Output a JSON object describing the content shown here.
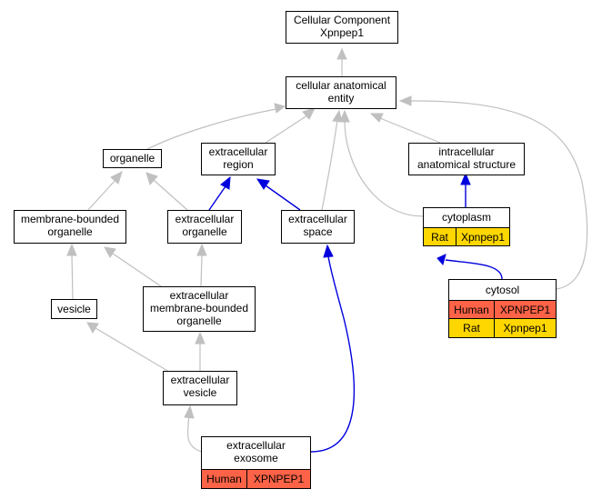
{
  "diagram": {
    "nodes": {
      "cellular_component": {
        "lines": [
          "Cellular Component",
          "Xpnpep1"
        ]
      },
      "cellular_anatomical_entity": {
        "lines": [
          "cellular anatomical",
          "entity"
        ]
      },
      "organelle": {
        "lines": [
          "organelle"
        ]
      },
      "extracellular_region": {
        "lines": [
          "extracellular",
          "region"
        ]
      },
      "intracellular_anatomical_structure": {
        "lines": [
          "intracellular",
          "anatomical structure"
        ]
      },
      "membrane_bounded_organelle": {
        "lines": [
          "membrane-bounded",
          "organelle"
        ]
      },
      "extracellular_organelle": {
        "lines": [
          "extracellular",
          "organelle"
        ]
      },
      "extracellular_space": {
        "lines": [
          "extracellular",
          "space"
        ]
      },
      "cytoplasm": {
        "lines": [
          "cytoplasm"
        ],
        "cells": [
          [
            "Rat",
            "Xpnpep1"
          ]
        ]
      },
      "vesicle": {
        "lines": [
          "vesicle"
        ]
      },
      "extracellular_membrane_bounded_organelle": {
        "lines": [
          "extracellular",
          "membrane-bounded",
          "organelle"
        ]
      },
      "cytosol": {
        "lines": [
          "cytosol"
        ],
        "cells": [
          [
            "Human",
            "XPNPEP1"
          ],
          [
            "Rat",
            "Xpnpep1"
          ]
        ]
      },
      "extracellular_vesicle": {
        "lines": [
          "extracellular",
          "vesicle"
        ]
      },
      "extracellular_exosome": {
        "lines": [
          "extracellular",
          "exosome"
        ],
        "cells": [
          [
            "Human",
            "XPNPEP1"
          ]
        ]
      }
    },
    "colors": {
      "human": "#ff6347",
      "rat": "#ffd700",
      "is_a_edge": "#c0c0c0",
      "part_of_edge": "#0000dd"
    }
  }
}
